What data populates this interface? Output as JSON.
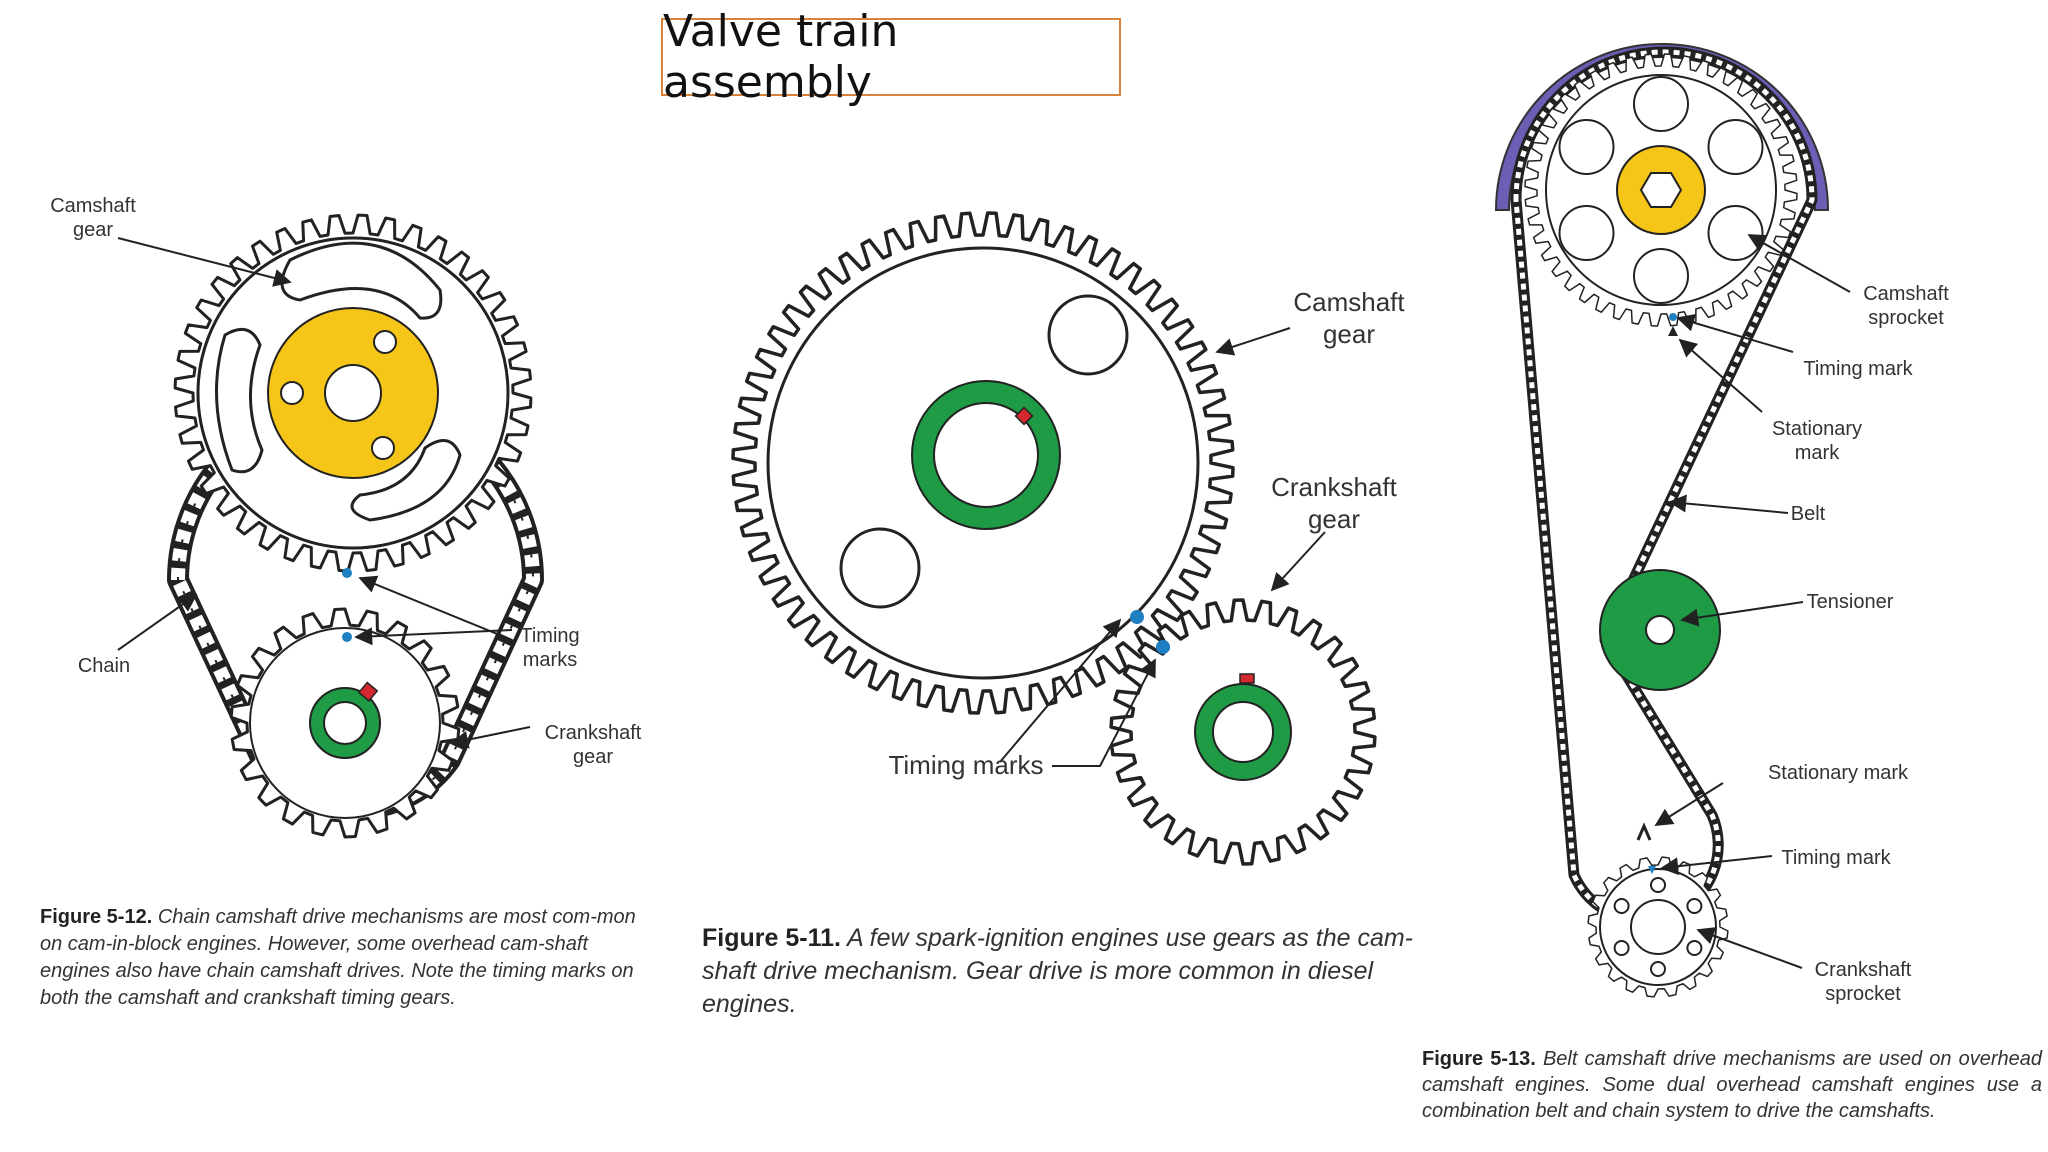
{
  "title": "Valve train assembly",
  "figure12": {
    "labels": {
      "camshaft_gear_1": "Camshaft",
      "camshaft_gear_2": "gear",
      "chain": "Chain",
      "timing_marks_1": "Timing",
      "timing_marks_2": "marks",
      "crankshaft_gear_1": "Crankshaft",
      "crankshaft_gear_2": "gear"
    },
    "caption_label": "Figure 5-12.",
    "caption_text": " Chain camshaft drive mechanisms are most com-mon on cam-in-block engines. However, some overhead cam-shaft engines also have chain camshaft drives. Note the timing marks on both the camshaft and crankshaft timing gears."
  },
  "figure11": {
    "labels": {
      "camshaft_gear_1": "Camshaft",
      "camshaft_gear_2": "gear",
      "crankshaft_gear_1": "Crankshaft",
      "crankshaft_gear_2": "gear",
      "timing_marks": "Timing marks"
    },
    "caption_label": "Figure 5-11.",
    "caption_text": " A few spark-ignition engines use gears as the cam-shaft drive mechanism. Gear drive is more common in diesel engines."
  },
  "figure13": {
    "labels": {
      "camshaft_sprocket_1": "Camshaft",
      "camshaft_sprocket_2": "sprocket",
      "timing_mark_top": "Timing mark",
      "stationary_mark_1": "Stationary",
      "stationary_mark_2": "mark",
      "belt": "Belt",
      "tensioner": "Tensioner",
      "stationary_mark_bottom": "Stationary mark",
      "timing_mark_bottom": "Timing mark",
      "crankshaft_sprocket_1": "Crankshaft",
      "crankshaft_sprocket_2": "sprocket"
    },
    "caption_label": "Figure 5-13.",
    "caption_text": " Belt camshaft drive mechanisms are used on overhead camshaft engines. Some dual overhead camshaft engines use a combination belt and chain system to drive the camshafts."
  },
  "colors": {
    "hub_yellow": "#f5c518",
    "green": "#1f9a45",
    "timing_blue": "#1e7fc2",
    "key_red": "#d3282f",
    "cover_purple": "#6a5fb5",
    "title_border": "#d9823b",
    "line": "#222222"
  }
}
